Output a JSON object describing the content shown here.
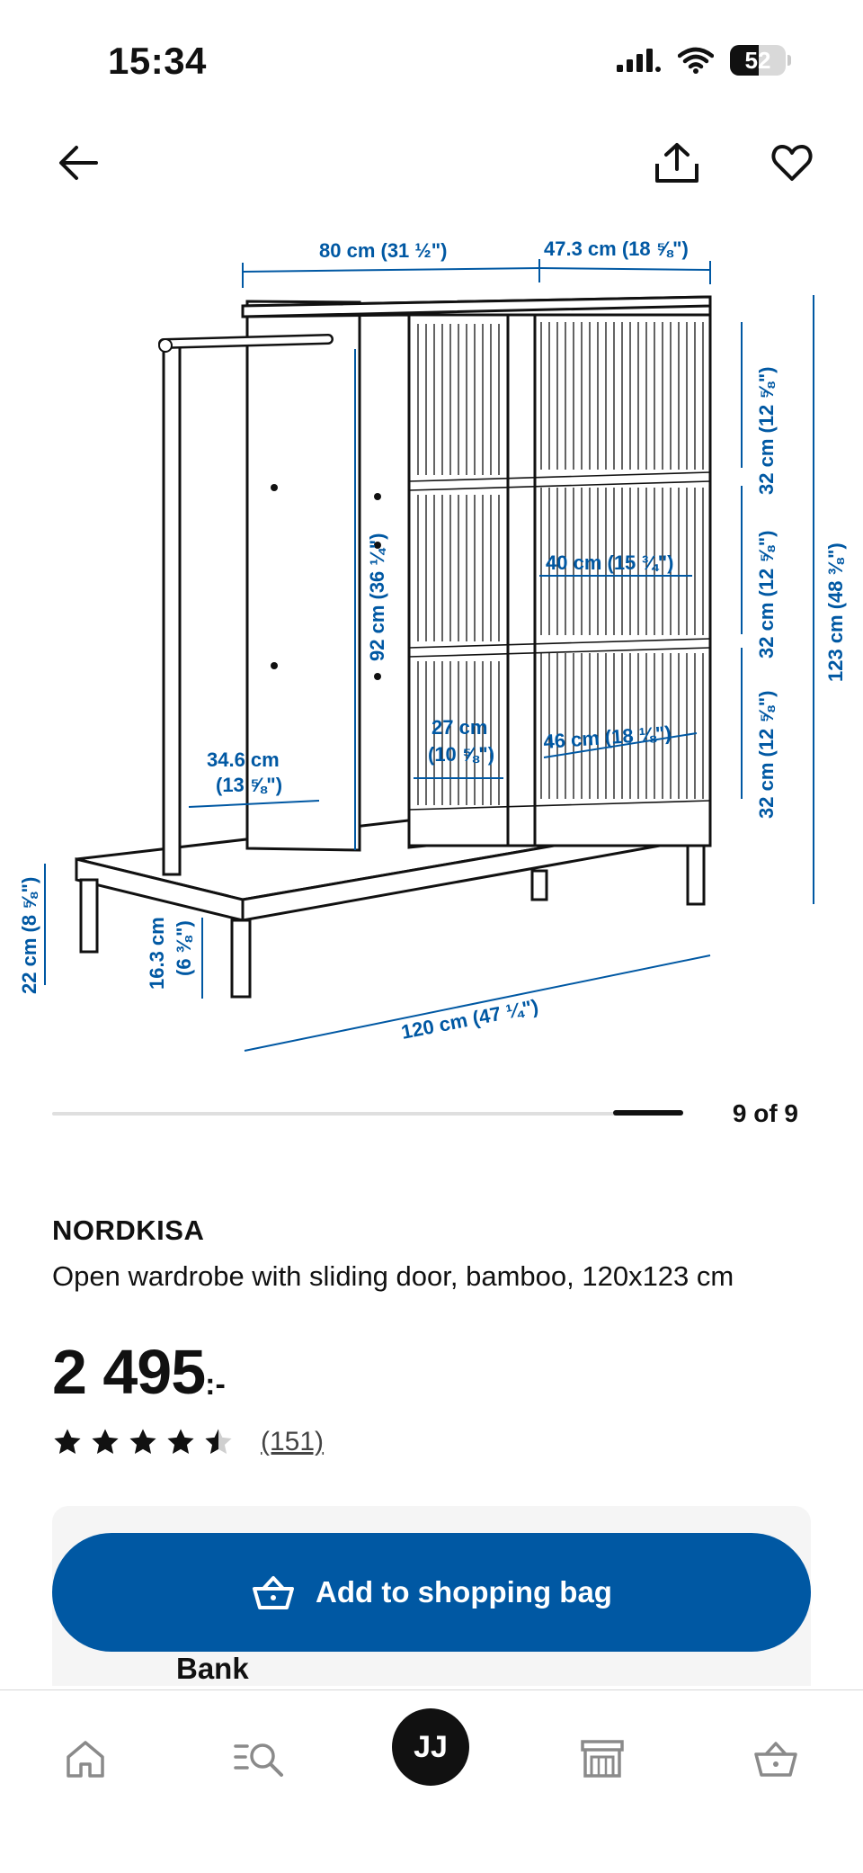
{
  "status_bar": {
    "time": "15:34",
    "battery": "52",
    "icons": [
      "signal-icon",
      "wifi-icon",
      "battery-icon"
    ]
  },
  "top_nav": {
    "icons": [
      "back-arrow-icon",
      "share-icon",
      "heart-icon"
    ]
  },
  "product_image": {
    "dimension_labels": [
      "80 cm (31 ½\")",
      "47.3 cm (18 ⅝\")",
      "92 cm (36 ¼\")",
      "32 cm (12 ⅝\")",
      "32 cm (12 ⅝\")",
      "32 cm (12 ⅝\")",
      "123 cm (48 ⅜\")",
      "40 cm (15 ¾\")",
      "27 cm",
      "(10 ⅝\")",
      "46 cm (18 ⅛\")",
      "34.6 cm",
      "(13 ⅝\")",
      "22 cm (8 ⅝\")",
      "16.3 cm",
      "(6 ⅜\")",
      "120 cm (47 ¼\")"
    ]
  },
  "pager": {
    "label": "9 of 9",
    "current": 9,
    "total": 9
  },
  "product": {
    "name": "NORDKISA",
    "description": "Open wardrobe with sliding door, bamboo, 120x123 cm",
    "price": "2 495",
    "price_suffix": ":-",
    "rating": 4.5,
    "rating_max": 5,
    "review_count": "(151)"
  },
  "cta": {
    "add_to_bag_label": "Add to shopping bag",
    "bank_label": "Bank"
  },
  "bottom_nav": {
    "items": [
      "home-icon",
      "search-list-icon",
      "profile-avatar",
      "store-icon",
      "basket-icon"
    ],
    "avatar_initials": "JJ"
  },
  "colors": {
    "accent": "#0058a3",
    "text": "#111111",
    "panel": "#f5f5f5"
  }
}
